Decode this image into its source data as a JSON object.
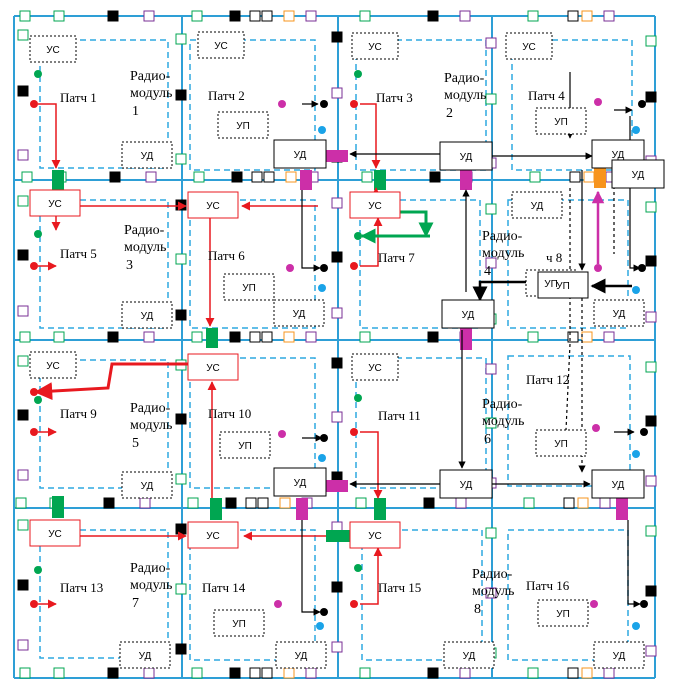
{
  "labels": {
    "us": "УС",
    "ud": "УД",
    "up": "УП"
  },
  "patches": [
    "Патч 1",
    "Патч 2",
    "Патч 3",
    "Патч 4",
    "Патч 5",
    "Патч 6",
    "Патч 7",
    "ч 8",
    "Патч 9",
    "Патч 10",
    "Патч 11",
    "Патч 12",
    "Патч 13",
    "Патч 14",
    "Патч 15",
    "Патч 16"
  ],
  "modules": [
    {
      "a": "Радио-",
      "b": "модуль",
      "c": "1"
    },
    {
      "a": "Радио-",
      "b": "модуль",
      "c": "2"
    },
    {
      "a": "Радио-",
      "b": "модуль",
      "c": "3"
    },
    {
      "a": "Радио-",
      "b": "модуль",
      "c": "4"
    },
    {
      "a": "Радио-",
      "b": "модуль",
      "c": "5"
    },
    {
      "a": "Радио-",
      "b": "модуль",
      "c": "6"
    },
    {
      "a": "Радио-",
      "b": "модуль",
      "c": "7"
    },
    {
      "a": "Радио-",
      "b": "модуль",
      "c": "8"
    }
  ],
  "colors": {
    "grid": "#2e9fd6",
    "dash": "#2ea8e0",
    "red": "#e8191f",
    "green": "#00a651",
    "magenta": "#cc2fa8",
    "cyan": "#1aa3e8",
    "black": "#000000",
    "orange": "#f7941d",
    "purple": "#7a2f96"
  }
}
